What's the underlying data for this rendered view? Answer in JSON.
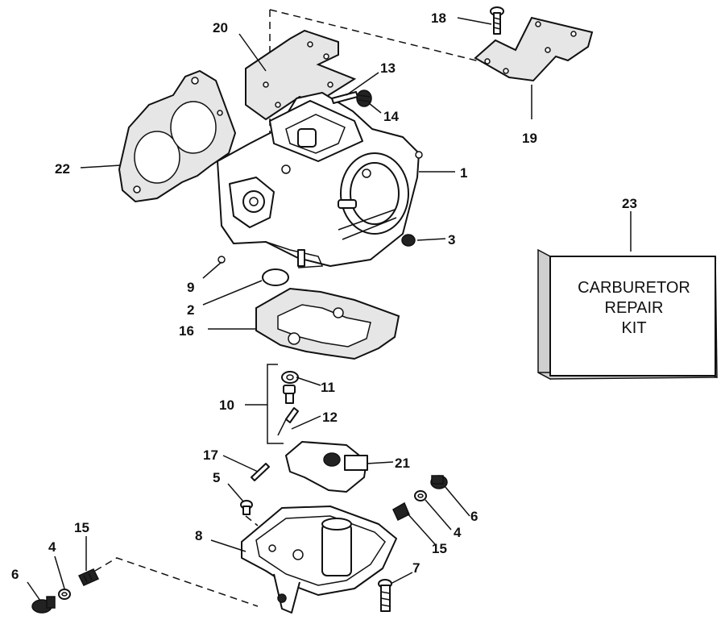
{
  "callouts": [
    {
      "id": "20",
      "text": "20"
    },
    {
      "id": "18",
      "text": "18"
    },
    {
      "id": "13",
      "text": "13"
    },
    {
      "id": "14",
      "text": "14"
    },
    {
      "id": "19",
      "text": "19"
    },
    {
      "id": "22",
      "text": "22"
    },
    {
      "id": "1",
      "text": "1"
    },
    {
      "id": "23",
      "text": "23"
    },
    {
      "id": "3",
      "text": "3"
    },
    {
      "id": "9",
      "text": "9"
    },
    {
      "id": "2",
      "text": "2"
    },
    {
      "id": "16",
      "text": "16"
    },
    {
      "id": "11",
      "text": "11"
    },
    {
      "id": "10",
      "text": "10"
    },
    {
      "id": "12",
      "text": "12"
    },
    {
      "id": "17",
      "text": "17"
    },
    {
      "id": "21",
      "text": "21"
    },
    {
      "id": "5",
      "text": "5"
    },
    {
      "id": "6a",
      "text": "6"
    },
    {
      "id": "4a",
      "text": "4"
    },
    {
      "id": "8",
      "text": "8"
    },
    {
      "id": "15a",
      "text": "15"
    },
    {
      "id": "15b",
      "text": "15"
    },
    {
      "id": "4b",
      "text": "4"
    },
    {
      "id": "6b",
      "text": "6"
    },
    {
      "id": "7",
      "text": "7"
    }
  ],
  "kit_box": {
    "line1": "CARBURETOR",
    "line2": "REPAIR",
    "line3": "KIT"
  }
}
